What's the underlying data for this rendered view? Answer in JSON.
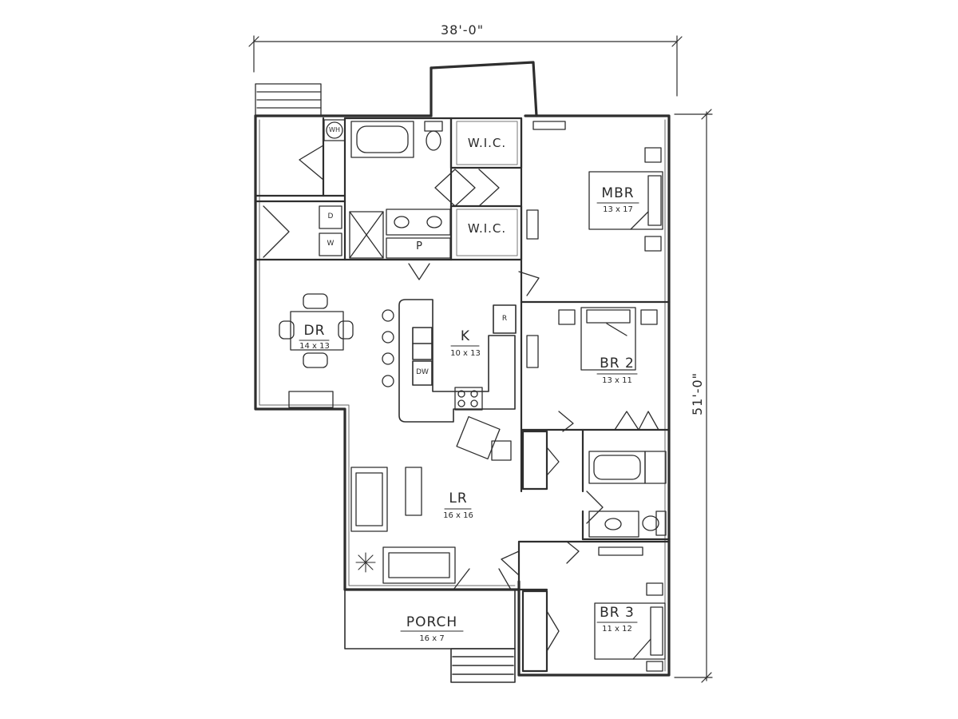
{
  "dimensions": {
    "width": "38'-0\"",
    "depth": "51'-0\""
  },
  "rooms": {
    "mbr": {
      "name": "MBR",
      "size": "13 x 17"
    },
    "br2": {
      "name": "BR 2",
      "size": "13 x 11"
    },
    "br3": {
      "name": "BR 3",
      "size": "11 x 12"
    },
    "dr": {
      "name": "DR",
      "size": "14 x 13"
    },
    "k": {
      "name": "K",
      "size": "10 x 13"
    },
    "lr": {
      "name": "LR",
      "size": "16 x 16"
    },
    "porch": {
      "name": "PORCH",
      "size": "16 x 7"
    },
    "wic1": {
      "name": "W.I.C."
    },
    "wic2": {
      "name": "W.I.C."
    }
  },
  "fixtures": {
    "water_heater": "WH",
    "pantry": "P",
    "refrigerator": "R",
    "dishwasher": "DW",
    "dryer": "D",
    "washer": "W"
  },
  "colors": {
    "line": "#2e2e2e",
    "light": "#7a7a7a",
    "background": "#ffffff"
  }
}
